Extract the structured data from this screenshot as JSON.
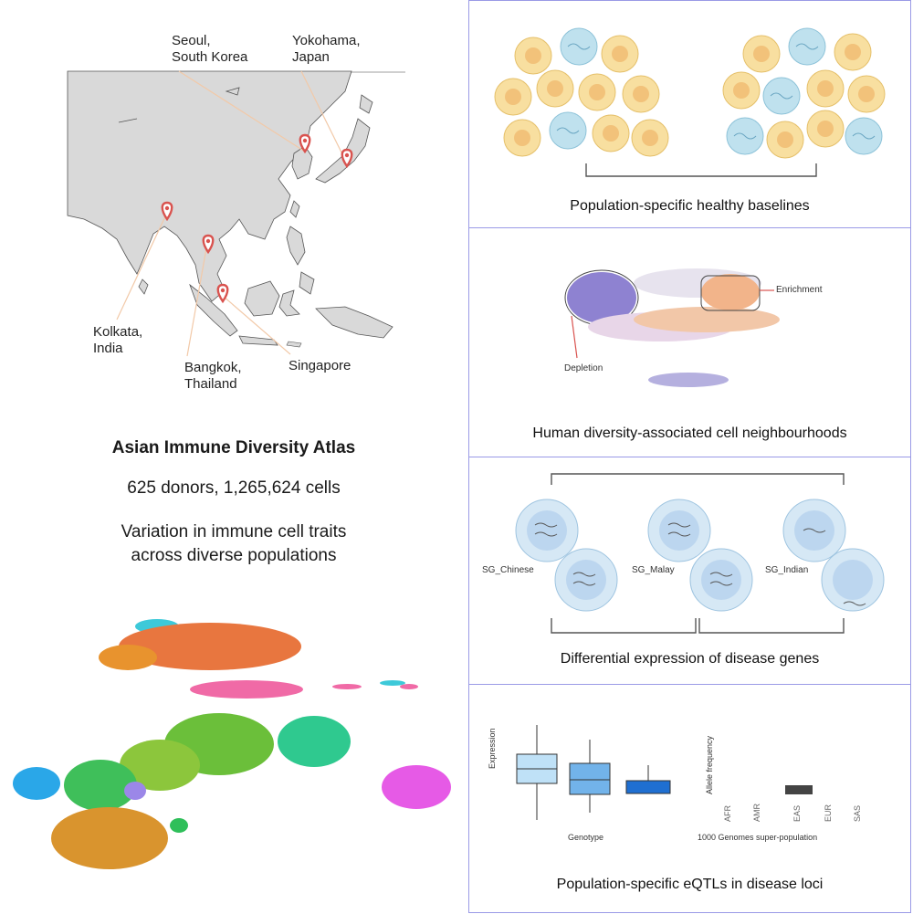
{
  "map": {
    "locations": [
      {
        "id": "seoul",
        "label": "Seoul,\nSouth Korea"
      },
      {
        "id": "yokohama",
        "label": "Yokohama,\nJapan"
      },
      {
        "id": "kolkata",
        "label": "Kolkata,\nIndia"
      },
      {
        "id": "bangkok",
        "label": "Bangkok,\nThailand"
      },
      {
        "id": "singapore",
        "label": "Singapore"
      }
    ]
  },
  "atlas": {
    "title": "Asian Immune Diversity Atlas",
    "subtitle": "625 donors, 1,265,624 cells",
    "description": "Variation in immune cell traits\nacross diverse populations"
  },
  "panels": {
    "baselines": {
      "caption": "Population-specific healthy baselines"
    },
    "neighbourhoods": {
      "caption": "Human diversity-associated cell neighbourhoods",
      "enrichment_label": "Enrichment",
      "depletion_label": "Depletion"
    },
    "differential": {
      "caption": "Differential expression of disease genes",
      "groups": [
        "SG_Chinese",
        "SG_Malay",
        "SG_Indian"
      ]
    },
    "eqtl": {
      "caption": "Population-specific eQTLs in disease loci",
      "boxplot": {
        "ylabel": "Expression",
        "xlabel": "Genotype"
      },
      "barplot": {
        "ylabel": "Allele frequency",
        "xlabel": "1000 Genomes super-population",
        "categories": [
          "AFR",
          "AMR",
          "EAS",
          "EUR",
          "SAS"
        ]
      }
    }
  },
  "colors": {
    "panel_border": "#9a9ae6",
    "map_land": "#d9d9d9",
    "pin": "#d9534f",
    "cell_yellow": "#f8dfa0",
    "cell_blue": "#bfe1ee",
    "depletion": "#7a6cc9",
    "enrichment": "#f2b48a"
  }
}
